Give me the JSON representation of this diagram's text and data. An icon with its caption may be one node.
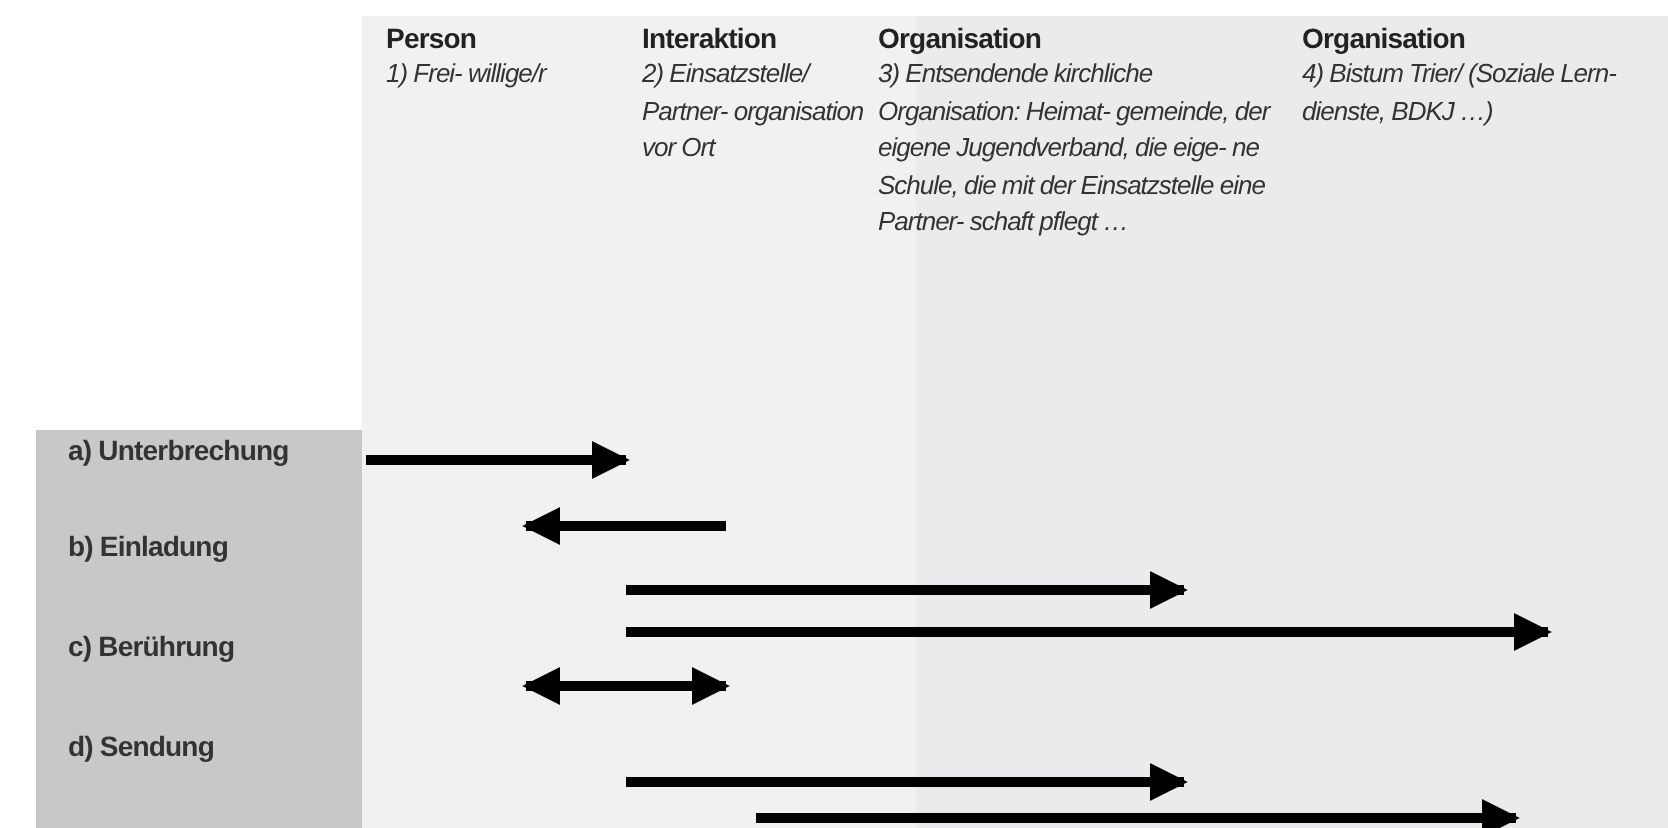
{
  "diagram": {
    "nodes": [
      {
        "text": [
          "Person",
          "1) Frei- willige/r"
        ]
      },
      {
        "text": [
          "Interaktion",
          "2) Einsatzstelle/ Partner- organisation vor Ort"
        ]
      },
      {
        "text": [
          "Organisation",
          "3) Entsendende kirchliche Organisation: Heimat- gemeinde, der eigene Jugendverband, die eige- ne Schule, die mit der Einsatzstelle eine Partner- schaft pflegt …"
        ]
      },
      {
        "text": [
          "Organisation",
          "4) Bistum Trier/ (Soziale Lern- dienste, BDKJ …)"
        ]
      },
      {
        "text": [
          "a) Unterbrechung",
          "b) Einladung",
          "c) Berührung",
          "d) Sendung"
        ]
      }
    ]
  }
}
